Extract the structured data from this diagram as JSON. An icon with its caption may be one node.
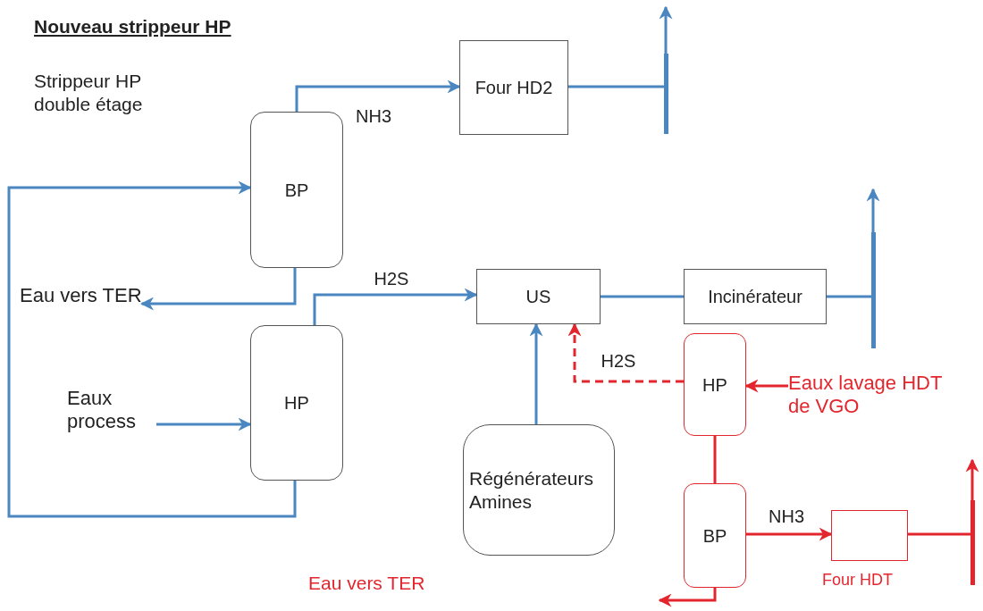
{
  "diagram": {
    "title": "Nouveau strippeur HP",
    "nodes": [
      {
        "text": [
          "Four HD2"
        ]
      },
      {
        "text": [
          "BP"
        ]
      },
      {
        "text": [
          "HP"
        ]
      },
      {
        "text": [
          "US"
        ]
      },
      {
        "text": [
          "Incinérateur"
        ]
      },
      {
        "text": [
          "Régénérateurs Amines"
        ]
      },
      {
        "text": [
          "HP"
        ]
      },
      {
        "text": [
          "BP"
        ]
      },
      {
        "text": [],
        "shape": "box",
        "beside": [
          "Four HDT"
        ]
      },
      {
        "text": [
          "Eaux process"
        ]
      },
      {
        "text": [
          "Eau vers TER"
        ]
      },
      {
        "text": [
          "Eaux lavage HDT de VGO"
        ]
      },
      {
        "text": [],
        "shape": "bar"
      },
      {
        "text": [],
        "shape": "bar"
      },
      {
        "text": [],
        "shape": "bar"
      }
    ],
    "edges": [
      {
        "from": 1,
        "to": 0,
        "arrow": "to",
        "label": "NH3"
      },
      {
        "from": 0,
        "to": 12,
        "arrow": "none"
      },
      {
        "from": 12,
        "to": null,
        "arrow": "to"
      },
      {
        "from": 2,
        "to": 1,
        "arrow": "to"
      },
      {
        "from": 1,
        "to": 10,
        "arrow": "to"
      },
      {
        "from": 2,
        "to": 3,
        "arrow": "to",
        "label": "H2S"
      },
      {
        "from": 3,
        "to": 4,
        "arrow": "none"
      },
      {
        "from": 4,
        "to": 13,
        "arrow": "none"
      },
      {
        "from": 13,
        "to": null,
        "arrow": "to"
      },
      {
        "from": 5,
        "to": 3,
        "arrow": "to"
      },
      {
        "from": 6,
        "to": 3,
        "arrow": "to",
        "label": "H2S",
        "style": "dashed",
        "color": "#e3262e"
      },
      {
        "from": 11,
        "to": 6,
        "arrow": "to",
        "color": "#e3262e"
      },
      {
        "from": 6,
        "to": 7,
        "arrow": "none",
        "color": "#e3262e"
      },
      {
        "from": 7,
        "to": 8,
        "arrow": "to",
        "label": "NH3",
        "color": "#e3262e"
      },
      {
        "from": 8,
        "to": 14,
        "arrow": "none",
        "color": "#e3262e"
      },
      {
        "from": 14,
        "to": null,
        "arrow": "to",
        "color": "#e3262e"
      },
      {
        "from": 9,
        "to": 2,
        "arrow": "to"
      },
      {
        "from": 7,
        "to": null,
        "arrow": "to",
        "color": "#e3262e"
      }
    ],
    "labels": [
      "Strippeur HP double étage",
      "Eau vers TER"
    ]
  }
}
